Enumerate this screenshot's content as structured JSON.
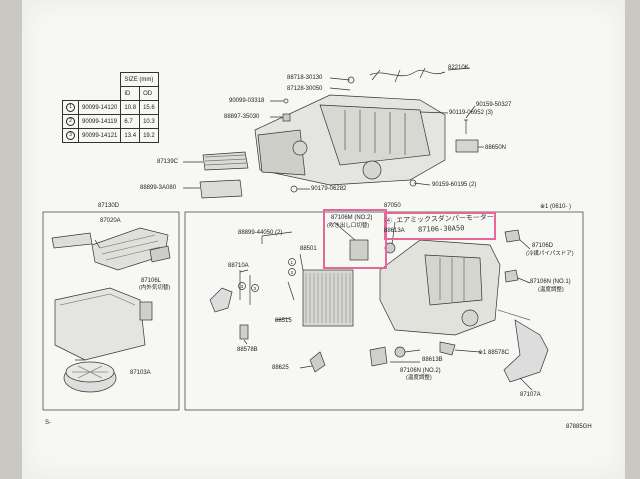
{
  "size_table": {
    "header_size": "SIZE (mm)",
    "header_id": "ID",
    "header_od": "OD",
    "rows": [
      {
        "num": "1",
        "part": "90099-14120",
        "id": "10.8",
        "od": "15.6"
      },
      {
        "num": "2",
        "part": "90099-14119",
        "id": "6.7",
        "od": "10.3"
      },
      {
        "num": "3",
        "part": "90099-14121",
        "id": "13.4",
        "od": "19.2"
      }
    ]
  },
  "parts_top": {
    "p88718": "88718-30130",
    "p82210k": "82210K",
    "p87128": "87128-30050",
    "p90099_03318": "90099-03318",
    "p90119": "90119-06952 (3)",
    "p90159_50327": "90159-50327",
    "p88897": "88897-35030",
    "p88650n": "88650N",
    "p87139c": "87139C",
    "p88899_3a080": "88899-3A080",
    "p90179": "90179-06282",
    "p90159_60195": "90159-60195 (2)"
  },
  "left_box": {
    "title": "87130D",
    "p87020a": "87020A",
    "p87106l": "87106L",
    "p87106l_desc": "(内外気切替)",
    "p87103a": "87103A"
  },
  "right_box": {
    "title": "87050",
    "note": "※1 (0610- )",
    "p87106m_nr": "87106M (NO.2)",
    "p87106m_desc": "(吹き出し口切替)",
    "p88613a": "88613A",
    "p88899_44050": "88899-44050 (2)",
    "p88501": "88501",
    "p88710a": "88710A",
    "p88515": "88515",
    "p88578b": "88578B",
    "p88625": "88625",
    "p88613b": "88613B",
    "p88578c": "※1 88578C",
    "p87106n2": "87106N (NO.2)",
    "p87106n2_desc": "(温度調整)",
    "p87106d": "87106D",
    "p87106d_desc": "(冷媒パイパスドア)",
    "p87106n1": "87106N (NO.1)",
    "p87106n1_desc": "(温度調整)",
    "p87107a": "87107A"
  },
  "handwriting": {
    "line1": "④ エアミックスダンパーモーター",
    "line2": "87106-30A50"
  },
  "footer": {
    "left": "S-",
    "right": "87885GH"
  },
  "colors": {
    "highlight": "#e8679a"
  }
}
